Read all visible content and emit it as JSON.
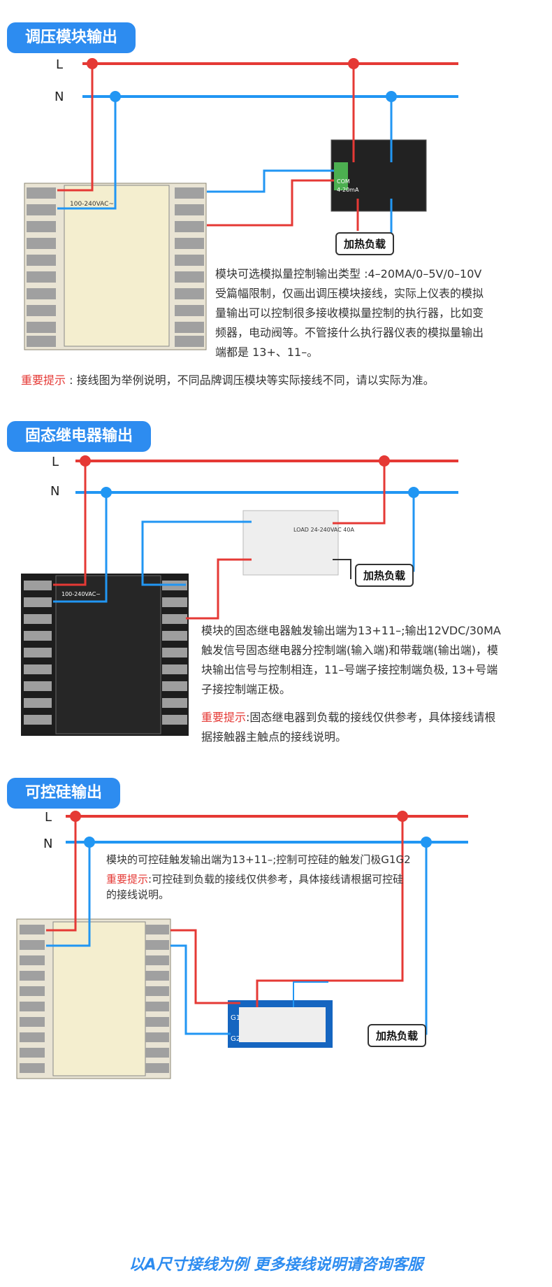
{
  "s1": {
    "title": "调压模块输出",
    "l": "L",
    "n": "N",
    "module_com": "COM",
    "module_ma": "4-20mA",
    "controller_voltage": "100-240VAC~",
    "desc": [
      "模块可选模拟量控制输出类型 :4–20MA/0–5V/0–10V",
      "受篇幅限制，仅画出调压模块接线，实际上仪表的模拟",
      "量输出可以控制很多接收模拟量控制的执行器，比如变",
      "频器，电动阀等。不管接什么执行器仪表的模拟量输出",
      "端都是 13+、11–。"
    ],
    "load": "加热负载",
    "tip_key": "重要提示",
    "tip_text": " : 接线图为举例说明，不同品牌调压模块等实际接线不同，请以实际为准。"
  },
  "s2": {
    "title": "固态继电器输出",
    "l": "L",
    "n": "N",
    "ssr_text": "LOAD  24-240VAC  40A",
    "controller_voltage": "100-240VAC~",
    "desc": [
      "模块的固态继电器触发输出端为13+11–;输出12VDC/30MA",
      "触发信号固态继电器分控制端(输入端)和带载端(输出端)，模",
      "块输出信号与控制相连，11–号端子接控制端负极, 13+号端",
      "子接控制端正极。"
    ],
    "load": "加热负载",
    "tip_key": "重要提示",
    "tip_text": ":固态继电器到负载的接线仅供参考，具体接线请根",
    "tip_text2": "据接触器主触点的接线说明。"
  },
  "s3": {
    "title": "可控硅输出",
    "l": "L",
    "n": "N",
    "desc": "模块的可控硅触发输出端为13+11–;控制可控硅的触发门极G1G2",
    "tip_key": "重要提示",
    "tip_text": ":可控硅到负载的接线仅供参考，具体接线请根据可控硅",
    "tip_text2": "的接线说明。",
    "g1": "G1",
    "g2": "G2",
    "load": "加热负载",
    "footer": "以A尺寸接线为例    更多接线说明请咨询客服"
  },
  "colors": {
    "live": "#e53935",
    "neutral": "#2196f3",
    "accent": "#2d8cf0"
  }
}
